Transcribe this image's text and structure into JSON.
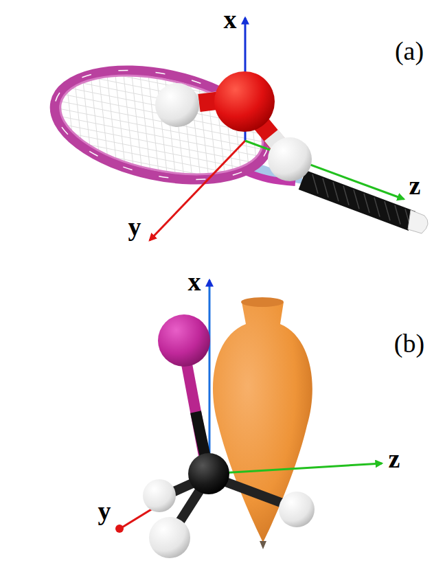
{
  "diagram": {
    "labels": [
      "x",
      "y",
      "z",
      "(a)",
      "x",
      "y",
      "z",
      "(b)"
    ]
  }
}
